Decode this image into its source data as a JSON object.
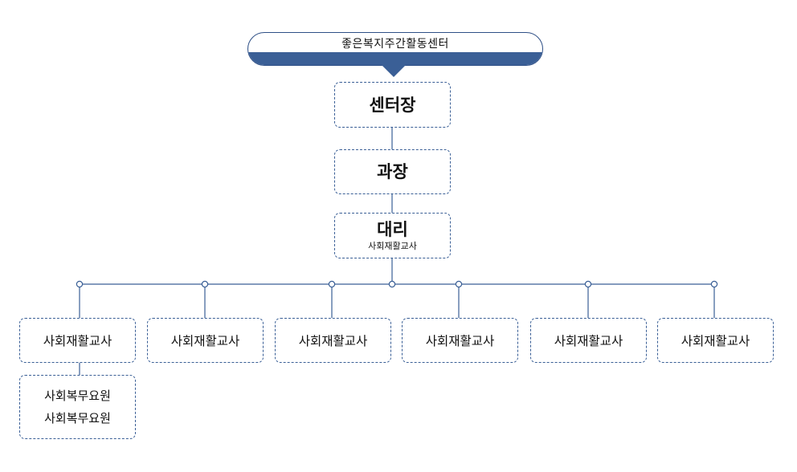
{
  "header": {
    "title": "좋은복지주간활동센터"
  },
  "levels": {
    "director": "센터장",
    "manager": "과장",
    "assistant_manager": {
      "title": "대리",
      "subtitle": "사회재활교사"
    }
  },
  "staff": [
    "사회재활교사",
    "사회재활교사",
    "사회재활교사",
    "사회재활교사",
    "사회재활교사",
    "사회재활교사"
  ],
  "aides": [
    "사회복무요원",
    "사회복무요원"
  ],
  "colors": {
    "accent": "#3a5f96",
    "border": "#2e4f86",
    "line": "#3a5f96"
  }
}
